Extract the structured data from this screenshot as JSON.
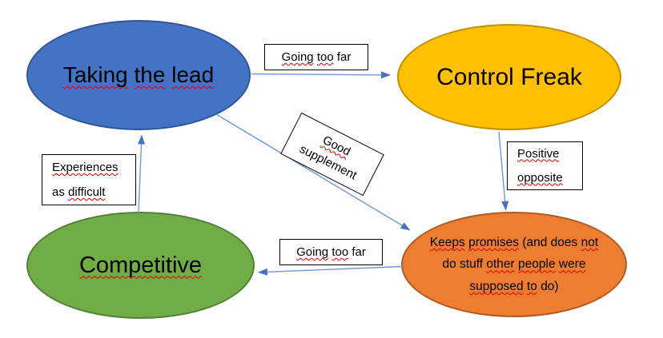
{
  "canvas": {
    "background": "#FFFFFF"
  },
  "colors": {
    "arrow_line": "#7396D5",
    "arrow_head": "#4472C4",
    "squiggle": "#E00000",
    "label_box_fill": "#FFFFFF",
    "label_box_border": "#000000",
    "node_taking_fill": "#4472C4",
    "node_taking_border": "#2F5597",
    "node_control_fill": "#FFC000",
    "node_control_border": "#BF9000",
    "node_competitive_fill": "#70AD47",
    "node_competitive_border": "#538135",
    "node_keeps_fill": "#ED7D31",
    "node_keeps_border": "#AE5A21"
  },
  "nodes": {
    "taking_the_lead": {
      "text": "Taking the lead",
      "lines": [
        [
          {
            "t": "Taking",
            "sq": true
          },
          {
            "t": "the",
            "sq": true
          },
          {
            "t": "lead",
            "sq": true
          }
        ]
      ]
    },
    "control_freak": {
      "text": "Control Freak",
      "lines": [
        [
          {
            "t": "Control",
            "sq": false
          },
          {
            "t": "Freak",
            "sq": false
          }
        ]
      ]
    },
    "competitive": {
      "text": "Competitive",
      "lines": [
        [
          {
            "t": "Competitive",
            "sq": true
          }
        ]
      ]
    },
    "keeps_promises": {
      "text": "Keeps promises (and does not do stuff other people were supposed to do)",
      "lines": [
        [
          {
            "t": "Keeps",
            "sq": true
          },
          {
            "t": "promises",
            "sq": true
          },
          {
            "t": "(and",
            "sq": false
          },
          {
            "t": "does",
            "sq": false
          },
          {
            "t": "not",
            "sq": true
          }
        ],
        [
          {
            "t": "do",
            "sq": false
          },
          {
            "t": "stuff",
            "sq": false
          },
          {
            "t": "other",
            "sq": true
          },
          {
            "t": "people",
            "sq": true
          },
          {
            "t": "were",
            "sq": true
          }
        ],
        [
          {
            "t": "supposed",
            "sq": true
          },
          {
            "t": "to",
            "sq": true
          },
          {
            "t": "do)",
            "sq": false
          }
        ]
      ]
    }
  },
  "edge_labels": {
    "going_too_far_top": {
      "text": "Going too far",
      "lines": [
        [
          {
            "t": "Going",
            "sq": true
          },
          {
            "t": "too",
            "sq": true
          },
          {
            "t": "far",
            "sq": false
          }
        ]
      ]
    },
    "positive_opposite": {
      "text": "Positive opposite",
      "lines": [
        [
          {
            "t": "Positive",
            "sq": true
          }
        ],
        [
          {
            "t": "opposite",
            "sq": true
          }
        ]
      ]
    },
    "going_too_far_bottom": {
      "text": "Going too far",
      "lines": [
        [
          {
            "t": "Going",
            "sq": true
          },
          {
            "t": "too",
            "sq": true
          },
          {
            "t": "far",
            "sq": false
          }
        ]
      ]
    },
    "experiences_as_difficult": {
      "text": "Experiences as difficult",
      "lines": [
        [
          {
            "t": "Experiences",
            "sq": true
          }
        ],
        [
          {
            "t": "as",
            "sq": false
          },
          {
            "t": "difficult",
            "sq": true
          }
        ]
      ]
    },
    "good_supplement": {
      "text": "Good supplement",
      "lines": [
        [
          {
            "t": "Good",
            "sq": true
          }
        ],
        [
          {
            "t": "supplement",
            "sq": false
          }
        ]
      ]
    }
  },
  "edges": [
    {
      "from": "taking_the_lead",
      "to": "control_freak",
      "label": "Going too far"
    },
    {
      "from": "control_freak",
      "to": "keeps_promises",
      "label": "Positive opposite"
    },
    {
      "from": "keeps_promises",
      "to": "competitive",
      "label": "Going too far"
    },
    {
      "from": "competitive",
      "to": "taking_the_lead",
      "label": "Experiences as difficult"
    },
    {
      "from": "taking_the_lead",
      "to": "keeps_promises",
      "label": "Good supplement"
    }
  ]
}
